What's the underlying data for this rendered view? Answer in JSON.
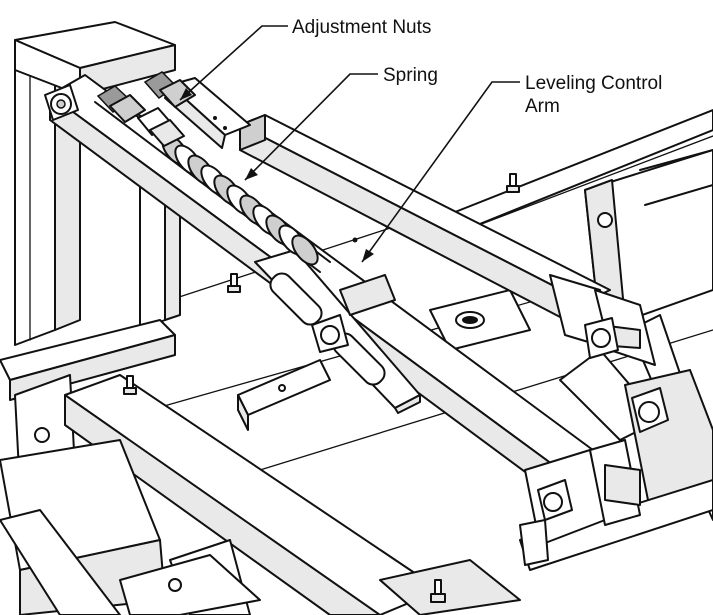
{
  "callouts": {
    "adjustment_nuts": "Adjustment Nuts",
    "spring": "Spring",
    "leveling_control_arm_line1": "Leveling Control",
    "leveling_control_arm_line2": "Arm"
  },
  "colors": {
    "ink": "#111111",
    "background": "#ffffff",
    "light_fill": "#e9e9e9",
    "mid_fill": "#cfcfcf",
    "dark_fill": "#9a9a9a"
  }
}
